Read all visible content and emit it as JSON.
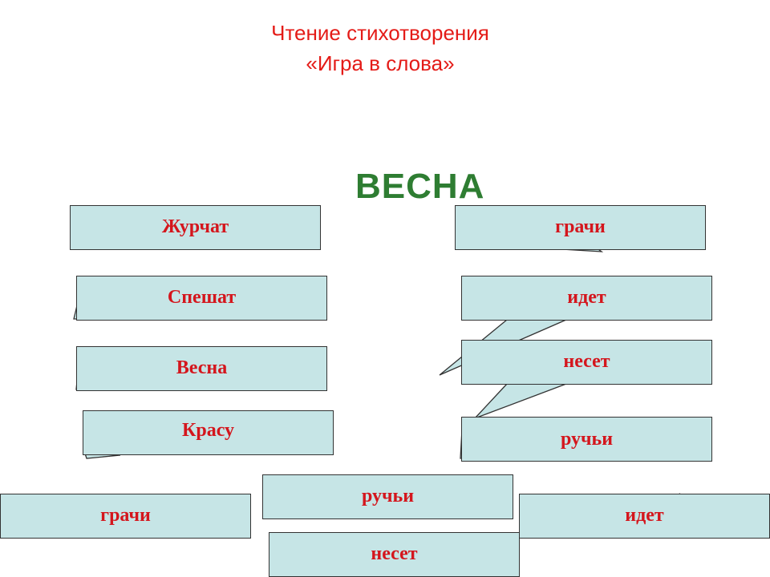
{
  "title": {
    "line1": "Чтение стихотворения",
    "line2": "«Игра в слова»"
  },
  "heading": "ВЕСНА",
  "colors": {
    "title": "#e41b17",
    "heading": "#2e7d32",
    "box_fill": "#c6e5e6",
    "box_text": "#d4161d",
    "box_border": "#333333"
  },
  "words": {
    "left": [
      "Журчат",
      "Спешат",
      "Весна",
      "Красу"
    ],
    "right": [
      "грачи",
      "идет",
      "несет",
      "ручьи"
    ],
    "bottom": [
      "грачи",
      "ручьи",
      "несет",
      "идет"
    ]
  }
}
